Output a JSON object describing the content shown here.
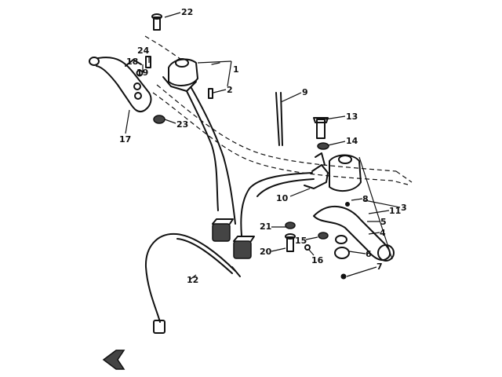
{
  "callouts": {
    "c1": "1",
    "c2": "2",
    "c3": "3",
    "c4": "4",
    "c5": "5",
    "c6a": "6",
    "c6b": "6",
    "c7": "7",
    "c8": "8",
    "c9": "9",
    "c10": "10",
    "c11": "11",
    "c12": "12",
    "c13": "13",
    "c14": "14",
    "c15": "15",
    "c16": "16",
    "c17": "17",
    "c18": "18",
    "c19": "19",
    "c20": "20",
    "c21": "21",
    "c22": "22",
    "c23": "23",
    "c24": "24"
  },
  "icons": {
    "front_arrow": "front-arrow-icon"
  }
}
